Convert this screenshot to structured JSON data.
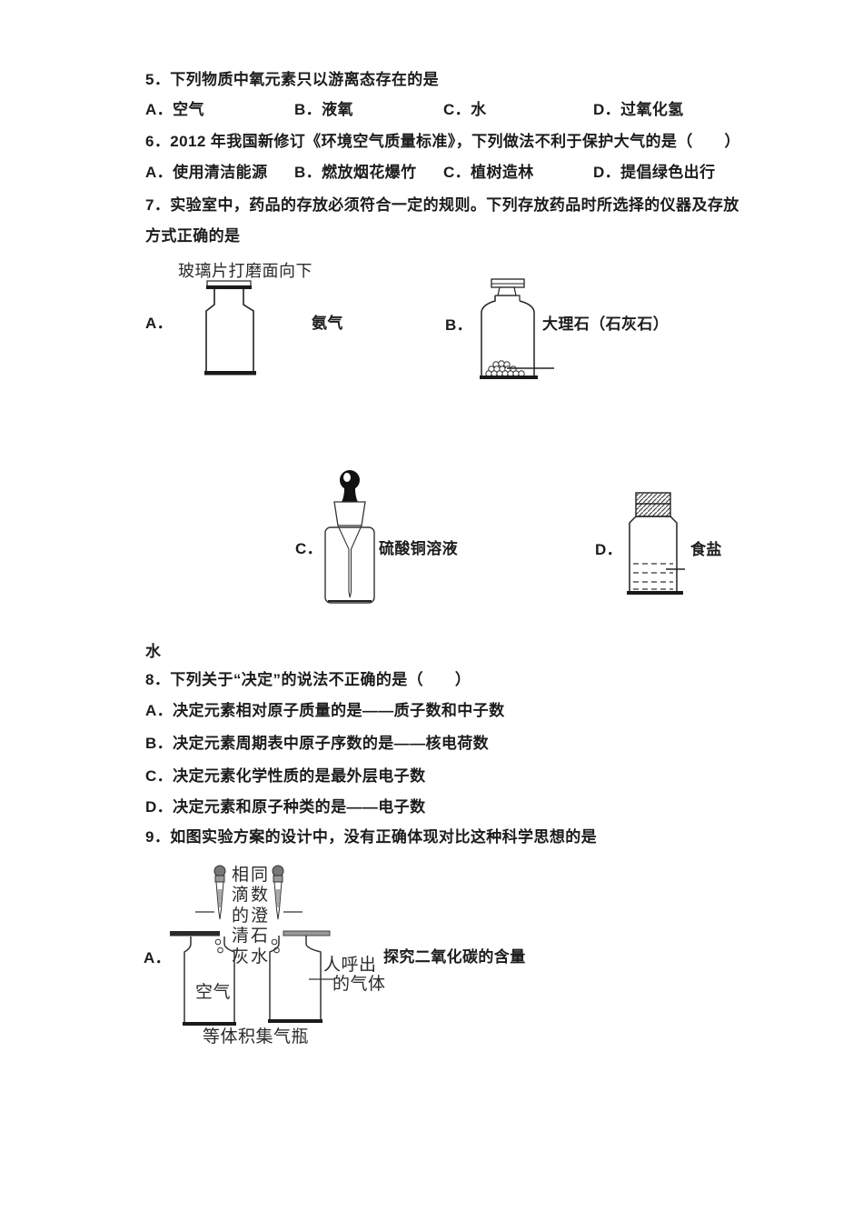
{
  "page": {
    "background": "#ffffff",
    "ink": "#1c1c1c"
  },
  "q5": {
    "stem": "5．下列物质中氧元素只以游离态存在的是",
    "options": [
      "A．空气",
      "B．液氧",
      "C．水",
      "D．过氧化氢"
    ]
  },
  "q6": {
    "stem": "6．2012 年我国新修订《环境空气质量标准》，下列做法不利于保护大气的是（　　）",
    "options": [
      "A．使用清洁能源",
      "B．燃放烟花爆竹",
      "C．植树造林",
      "D．提倡绿色出行"
    ]
  },
  "q7": {
    "stem_line1": "7．实验室中，药品的存放必须符合一定的规则。下列存放药品时所选择的仪器及存放",
    "stem_line2": "方式正确的是",
    "glass_note": "玻璃片打磨面向下",
    "option_a_label": "A．",
    "option_a_substance": "氨气",
    "option_b_label": "B．",
    "option_b_substance": "大理石（石灰石）",
    "option_c_label": "C．",
    "option_c_substance": "硫酸铜溶液",
    "option_d_label": "D．",
    "option_d_substance": "食盐",
    "trailing_note": "水"
  },
  "q8": {
    "stem": "8．下列关于“决定”的说法不正确的是（　　）",
    "options": [
      "A．决定元素相对原子质量的是——质子数和中子数",
      "B．决定元素周期表中原子序数的是——核电荷数",
      "C．决定元素化学性质的是最外层电子数",
      "D．决定元素和原子种类的是——电子数"
    ]
  },
  "q9": {
    "stem": "9．如图实验方案的设计中，没有正确体现对比这种科学思想的是",
    "option_a_label": "A．",
    "diagram": {
      "dropper_note_rows": [
        "相同",
        "滴数",
        "的澄",
        "清石",
        "灰水"
      ],
      "left_bottle_label": "空气",
      "right_bottle_label_line1": "人呼出",
      "right_bottle_label_line2": "的气体",
      "purpose_caption": "探究二氧化碳的含量",
      "bottom_caption": "等体积集气瓶"
    }
  }
}
